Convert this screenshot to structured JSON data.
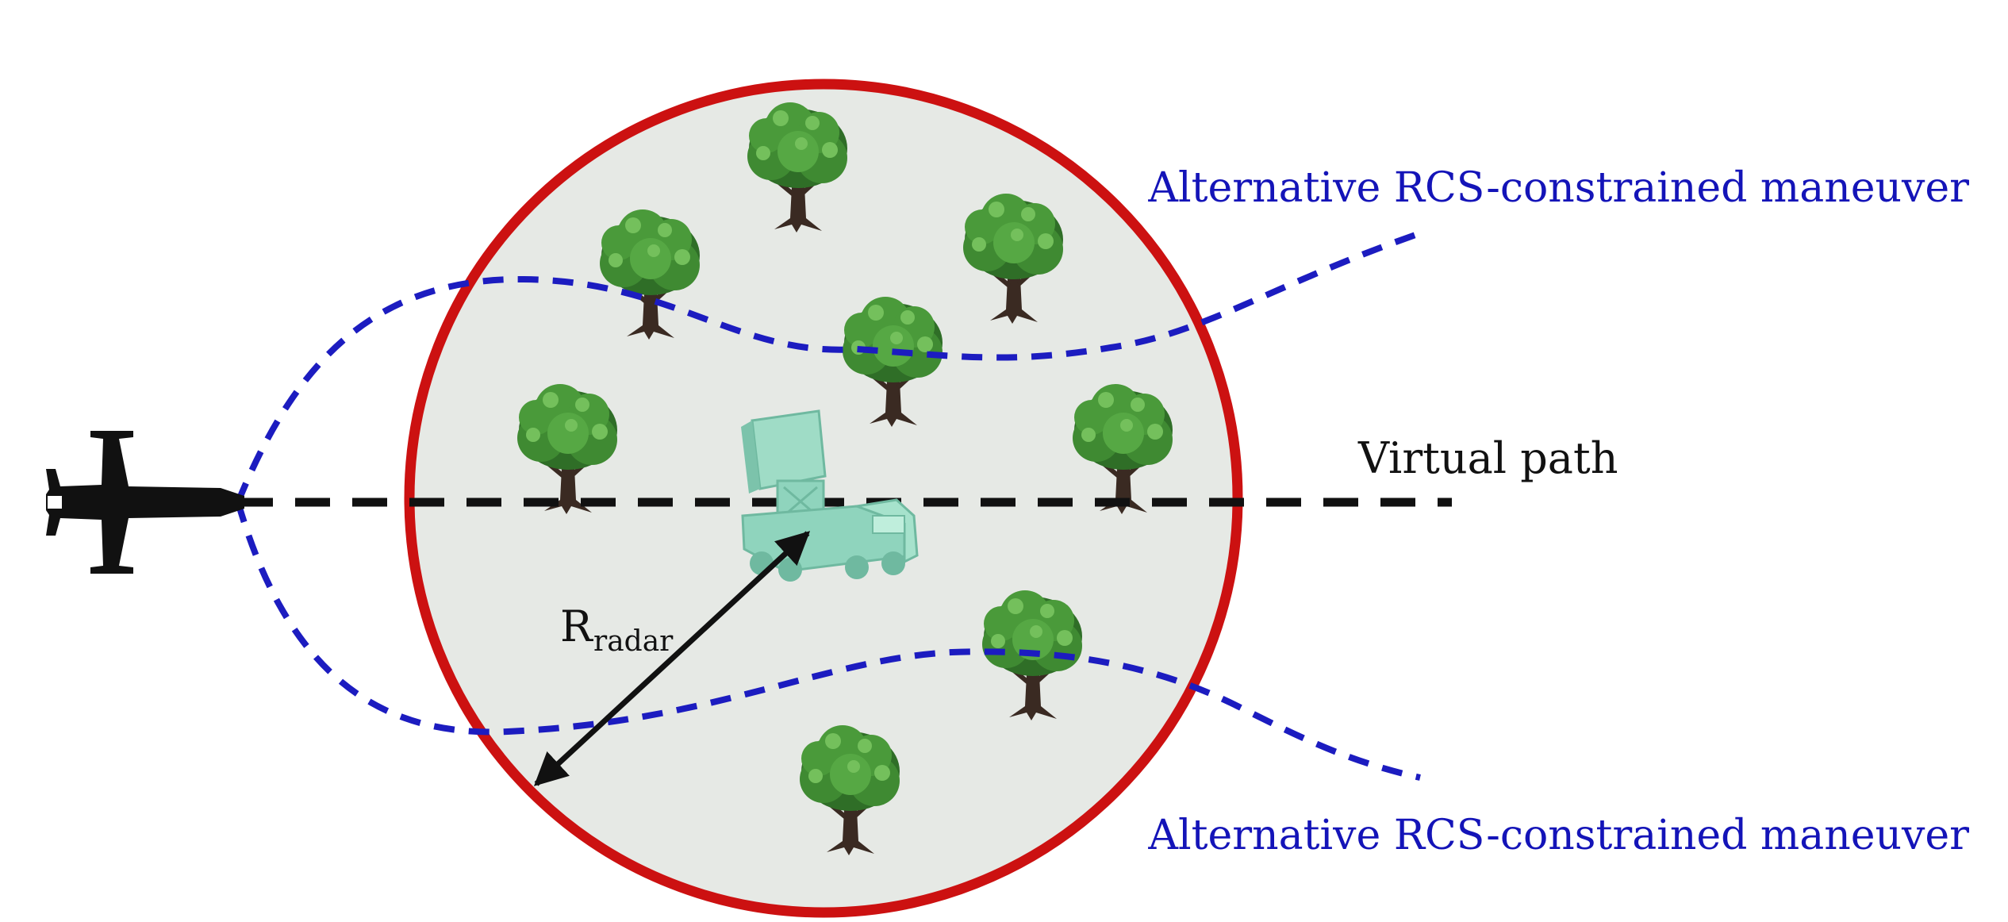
{
  "labels": {
    "top_maneuver": "Alternative RCS-constrained maneuver",
    "bottom_maneuver": "Alternative RCS-constrained maneuver",
    "virtual_path": "Virtual path",
    "radius_main": "R",
    "radius_sub": "radar"
  },
  "colors": {
    "radar_boundary": "#cc1111",
    "radar_area": "#e6e9e5",
    "maneuver_path": "#1c1cc0",
    "virtual_path": "#111111",
    "radar_vehicle": "#8fd4bd",
    "tree_foliage": "#3f8a32",
    "tree_trunk": "#3a2a22"
  },
  "icons": {
    "aircraft": "fighter-jet-icon",
    "radar": "radar-truck-icon",
    "tree": "tree-icon"
  }
}
